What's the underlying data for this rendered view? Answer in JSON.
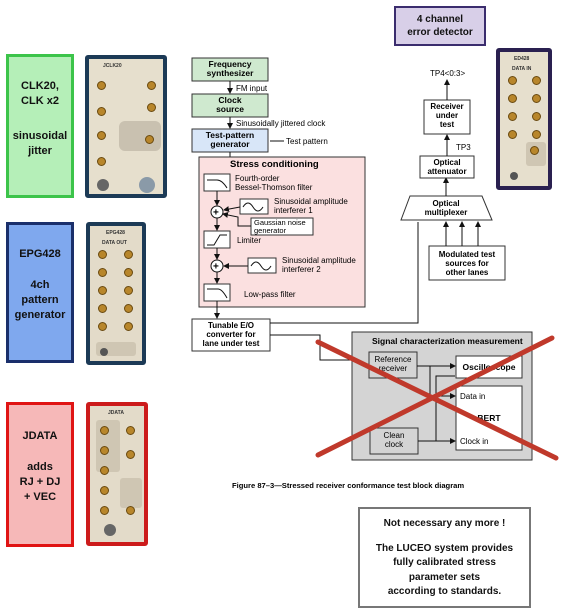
{
  "left_panels": [
    {
      "title": "CLK20,\nCLK x2",
      "subtitle": "sinusoidal\njitter",
      "border": "#3cc44a",
      "fill": "#b5efb8"
    },
    {
      "title": "EPG428",
      "subtitle": "4ch\npattern\ngenerator",
      "border": "#1a2f6b",
      "fill": "#7fa8ee"
    },
    {
      "title": "JDATA",
      "subtitle": "adds\nRJ + DJ\n+ VEC",
      "border": "#e01414",
      "fill": "#f6b8b8"
    }
  ],
  "instrument_labels": {
    "clk": "JCLK20",
    "epg": "EPG428",
    "jdata": "JDATA",
    "edet": "ED428",
    "data_out": "DATA OUT",
    "data_in": "DATA IN"
  },
  "error_detector": {
    "label": "4 channel\nerror detector",
    "border": "#3b2d6e",
    "fill": "#d8cfe8"
  },
  "diagram": {
    "freq_synth": "Frequency\nsynthesizer",
    "fm_input": "FM input",
    "clock_source": "Clock\nsource",
    "sinusoidal_jittered_clock": "Sinusoidally jittered clock",
    "test_pattern_gen": "Test-pattern\ngenerator",
    "test_pattern": "Test pattern",
    "stress_title": "Stress conditioning",
    "bessel": "Fourth-order\nBessel-Thomson filter",
    "sin_interferer_1": "Sinusoidal amplitude\ninterferer 1",
    "gaussian": "Gaussian noise\ngenerator",
    "limiter": "Limiter",
    "sin_interferer_2": "Sinusoidal amplitude\ninterferer 2",
    "low_pass": "Low-pass filter",
    "tunable_eo": "Tunable E/O\nconverter for\nlane under test",
    "tp4": "TP4<0:3>",
    "receiver_under_test": "Receiver\nunder\ntest",
    "tp3": "TP3",
    "optical_attenuator": "Optical\nattenuator",
    "optical_multiplexer": "Optical\nmultiplexer",
    "modulated_sources": "Modulated test\nsources for\nother lanes",
    "signal_char_title": "Signal characterization measurement",
    "reference_receiver": "Reference\nreceiver",
    "oscilloscope": "Oscilloscope",
    "data_in": "Data in",
    "bert": "BERT",
    "clean_clock": "Clean\nclock",
    "clock_in": "Clock in",
    "caption": "Figure 87–3—Stressed receiver conformance test block diagram"
  },
  "note": {
    "line1": "Not necessary any more !",
    "line2": "The LUCEO system provides\nfully calibrated stress\nparameter sets\naccording to standards."
  },
  "colors": {
    "green_fill": "#cfe9cf",
    "blue_fill": "#d8e6f8",
    "pink_fill": "#fbe0e0",
    "gray_fill": "#d4d4d4",
    "cross": "#c0392b"
  }
}
